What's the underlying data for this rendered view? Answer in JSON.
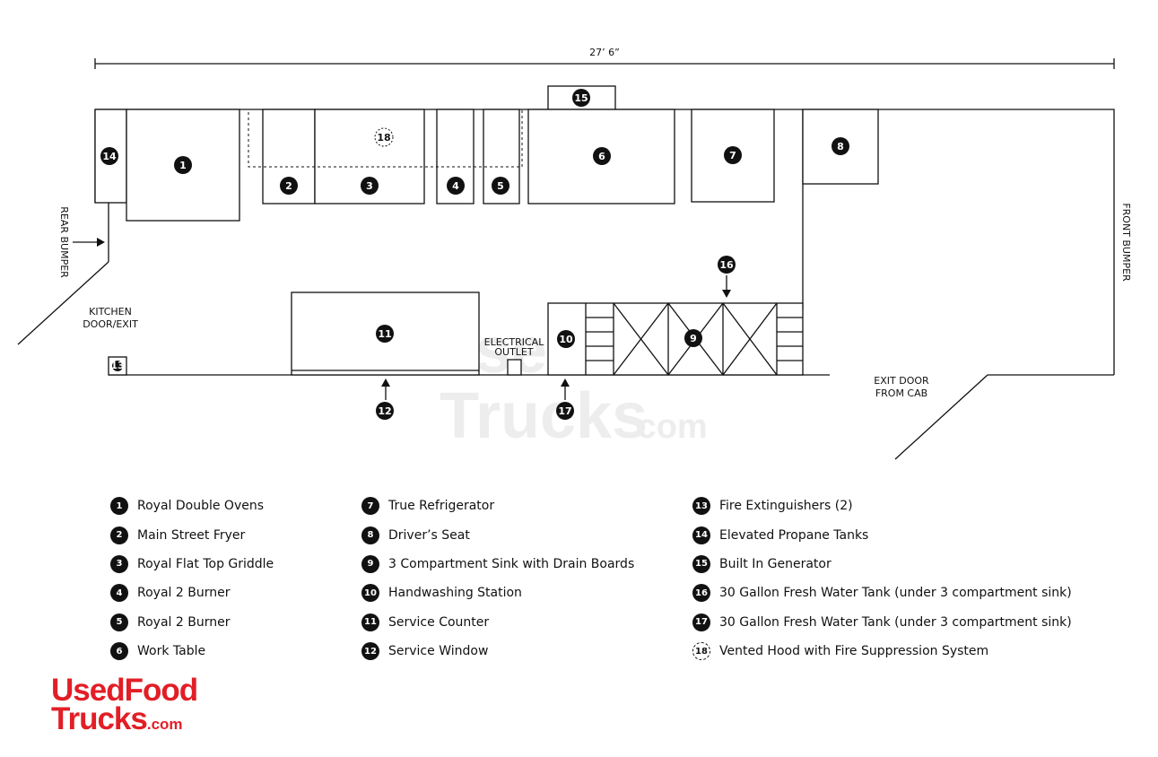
{
  "dimension": "27’ 6”",
  "labels": {
    "rear_bumper": "REAR BUMPER",
    "front_bumper": "FRONT BUMPER",
    "kitchen_door_1": "KITCHEN",
    "kitchen_door_2": "DOOR/EXIT",
    "electrical_1": "ELECTRICAL",
    "electrical_2": "OUTLET",
    "exit_door_1": "EXIT DOOR",
    "exit_door_2": "FROM CAB"
  },
  "badges": [
    "1",
    "2",
    "3",
    "4",
    "5",
    "6",
    "7",
    "8",
    "9",
    "10",
    "11",
    "12",
    "13",
    "14",
    "15",
    "16",
    "17",
    "18"
  ],
  "watermark": {
    "line1": "UsedFood",
    "line2": "Trucks",
    "suffix": ".com"
  },
  "legend": {
    "col1": [
      {
        "num": "1",
        "text": "Royal Double Ovens"
      },
      {
        "num": "2",
        "text": "Main Street Fryer"
      },
      {
        "num": "3",
        "text": "Royal Flat Top Griddle"
      },
      {
        "num": "4",
        "text": "Royal 2 Burner"
      },
      {
        "num": "5",
        "text": "Royal 2 Burner"
      },
      {
        "num": "6",
        "text": "Work Table"
      }
    ],
    "col2": [
      {
        "num": "7",
        "text": "True Refrigerator"
      },
      {
        "num": "8",
        "text": "Driver’s Seat"
      },
      {
        "num": "9",
        "text": "3 Compartment Sink with Drain Boards"
      },
      {
        "num": "10",
        "text": "Handwashing Station"
      },
      {
        "num": "11",
        "text": "Service Counter"
      },
      {
        "num": "12",
        "text": "Service Window"
      }
    ],
    "col3": [
      {
        "num": "13",
        "text": "Fire Extinguishers (2)"
      },
      {
        "num": "14",
        "text": "Elevated Propane Tanks"
      },
      {
        "num": "15",
        "text": "Built In Generator"
      },
      {
        "num": "16",
        "text": "30 Gallon Fresh Water Tank (under 3 compartment sink)"
      },
      {
        "num": "17",
        "text": "30 Gallon Fresh Water Tank (under 3 compartment sink)"
      },
      {
        "num": "18",
        "text": "Vented Hood with Fire Suppression System"
      }
    ]
  },
  "logo": {
    "line1": "UsedFood",
    "line2": "Trucks",
    "suffix": ".com",
    "color": "#e21e26"
  }
}
